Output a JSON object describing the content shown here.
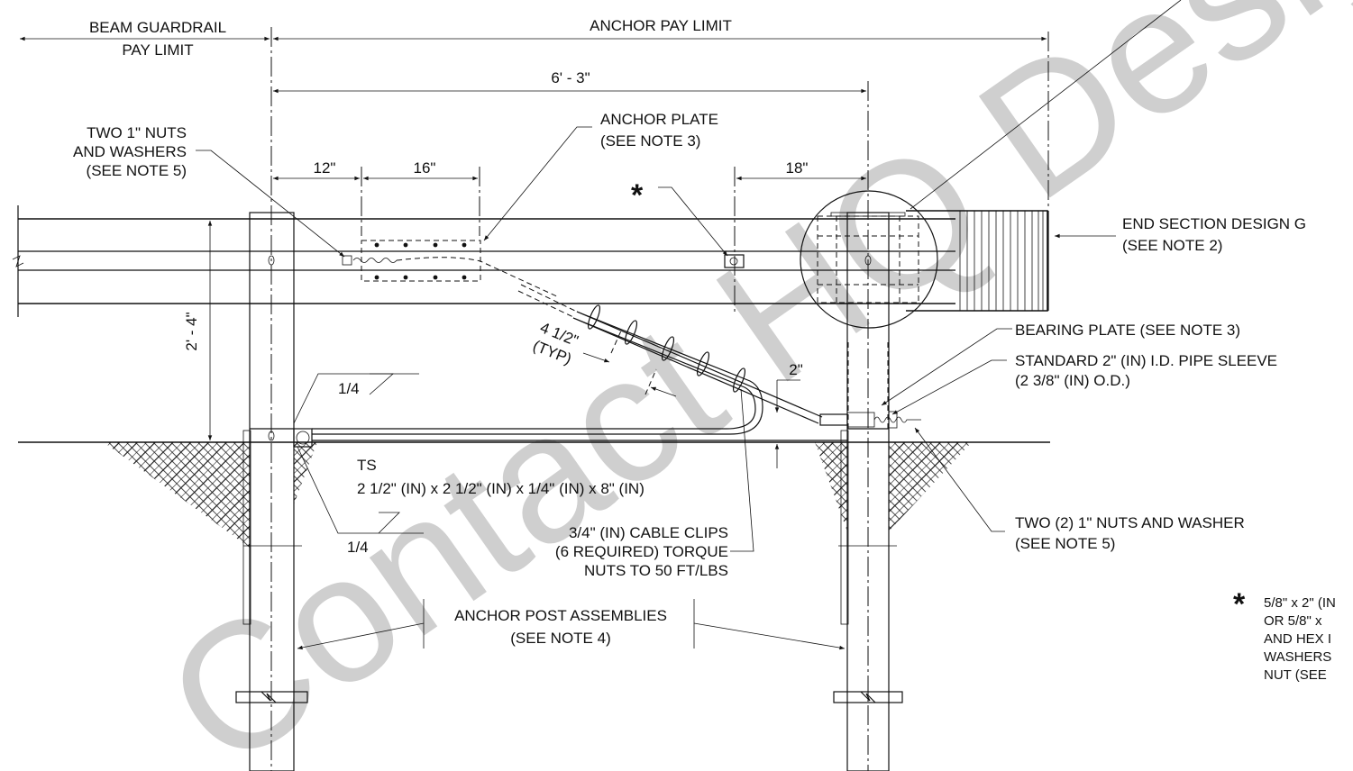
{
  "labels": {
    "beam_pay_limit_1": "BEAM GUARDRAIL",
    "beam_pay_limit_2": "PAY LIMIT",
    "anchor_pay_limit": "ANCHOR PAY LIMIT",
    "dim_6_3": "6' - 3\"",
    "dim_12": "12\"",
    "dim_16": "16\"",
    "dim_18": "18\"",
    "dim_2_4": "2' - 4\"",
    "dim_2in": "2\"",
    "dim_4_5_a": "4 1/2\"",
    "dim_4_5_b": "(TYP)",
    "nuts_1": "TWO 1\" NUTS",
    "nuts_2": "AND WASHERS",
    "nuts_3": "(SEE NOTE 5)",
    "anchor_plate_1": "ANCHOR PLATE",
    "anchor_plate_2": "(SEE NOTE 3)",
    "star": "*",
    "end_section_1": "END SECTION DESIGN G",
    "end_section_2": "(SEE NOTE 2)",
    "bearing_plate": "BEARING PLATE (SEE NOTE 3)",
    "pipe_sleeve_1": "STANDARD 2\" (IN) I.D. PIPE SLEEVE",
    "pipe_sleeve_2": "(2 3/8\" (IN) O.D.)",
    "weld_top": "1/4",
    "weld_bottom": "1/4",
    "ts_1": "TS",
    "ts_2": "2 1/2\" (IN) x 2 1/2\" (IN) x 1/4\" (IN) x 8\" (IN)",
    "clips_1": "3/4\" (IN) CABLE CLIPS",
    "clips_2": "(6 REQUIRED) TORQUE",
    "clips_3": "NUTS TO 50 FT/LBS",
    "two_nuts_1": "TWO (2) 1\" NUTS AND WASHER",
    "two_nuts_2": "(SEE NOTE 5)",
    "anchor_post_1": "ANCHOR POST ASSEMBLIES",
    "anchor_post_2": "(SEE NOTE 4)",
    "note_1": "5/8\" x 2\" (IN",
    "note_2": "OR  5/8\" x",
    "note_3": "AND HEX I",
    "note_4": "WASHERS",
    "note_5": "NUT (SEE"
  },
  "watermark": "Contact HQ Design Office",
  "colors": {
    "ink": "#111111",
    "background": "#ffffff",
    "watermark": "#000000"
  }
}
